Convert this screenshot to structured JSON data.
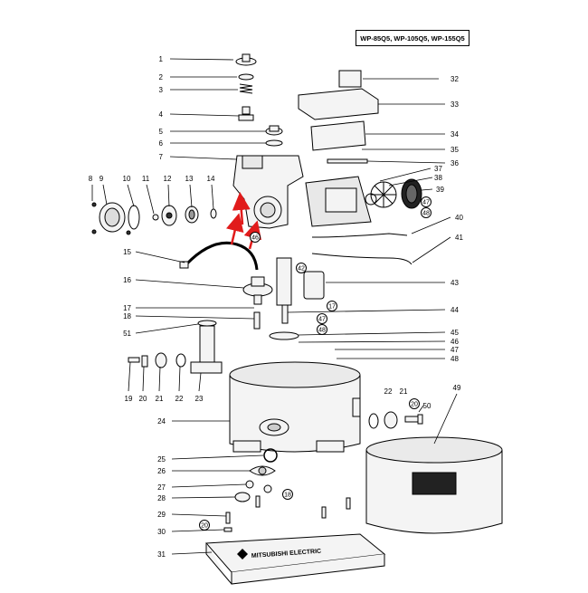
{
  "model_label": "WP-85Q5, WP-105Q5, WP-155Q5",
  "brand_logo": "MITSUBISHI ELECTRIC",
  "colors": {
    "line": "#000000",
    "arrow": "#e11b1b",
    "part_fill": "#f4f4f4",
    "dark": "#222222"
  },
  "callouts": [
    {
      "n": "1",
      "dir": "l"
    },
    {
      "n": "2",
      "dir": "l"
    },
    {
      "n": "3",
      "dir": "l"
    },
    {
      "n": "4",
      "dir": "l"
    },
    {
      "n": "5",
      "dir": "l"
    },
    {
      "n": "6",
      "dir": "l"
    },
    {
      "n": "7",
      "dir": "l"
    },
    {
      "n": "8",
      "dir": "u"
    },
    {
      "n": "9",
      "dir": "u"
    },
    {
      "n": "10",
      "dir": "u"
    },
    {
      "n": "11",
      "dir": "u"
    },
    {
      "n": "12",
      "dir": "u"
    },
    {
      "n": "13",
      "dir": "u"
    },
    {
      "n": "14",
      "dir": "u"
    },
    {
      "n": "15",
      "dir": "l"
    },
    {
      "n": "16",
      "dir": "l"
    },
    {
      "n": "17",
      "dir": "l"
    },
    {
      "n": "18",
      "dir": "l"
    },
    {
      "n": "51",
      "dir": "l"
    },
    {
      "n": "19",
      "dir": "d"
    },
    {
      "n": "20",
      "dir": "d"
    },
    {
      "n": "21",
      "dir": "d"
    },
    {
      "n": "22",
      "dir": "d"
    },
    {
      "n": "23",
      "dir": "d"
    },
    {
      "n": "24",
      "dir": "l"
    },
    {
      "n": "25",
      "dir": "l"
    },
    {
      "n": "26",
      "dir": "l"
    },
    {
      "n": "27",
      "dir": "l"
    },
    {
      "n": "28",
      "dir": "l"
    },
    {
      "n": "29",
      "dir": "l"
    },
    {
      "n": "30",
      "dir": "l"
    },
    {
      "n": "31",
      "dir": "l"
    },
    {
      "n": "32",
      "dir": "r"
    },
    {
      "n": "33",
      "dir": "r"
    },
    {
      "n": "34",
      "dir": "r"
    },
    {
      "n": "35",
      "dir": "r"
    },
    {
      "n": "36",
      "dir": "r"
    },
    {
      "n": "37",
      "dir": "r"
    },
    {
      "n": "38",
      "dir": "r"
    },
    {
      "n": "39",
      "dir": "r"
    },
    {
      "n": "40",
      "dir": "r"
    },
    {
      "n": "41",
      "dir": "r"
    },
    {
      "n": "42",
      "dir": "u"
    },
    {
      "n": "43",
      "dir": "r"
    },
    {
      "n": "44",
      "dir": "r"
    },
    {
      "n": "45",
      "dir": "r"
    },
    {
      "n": "46",
      "dir": "r"
    },
    {
      "n": "47",
      "dir": "r"
    },
    {
      "n": "48",
      "dir": "r"
    },
    {
      "n": "49",
      "dir": "u"
    },
    {
      "n": "50",
      "dir": "u"
    }
  ],
  "circled_refs": [
    "47",
    "48",
    "46",
    "42",
    "17",
    "47",
    "48",
    "20",
    "18",
    "20"
  ],
  "extra_refs": [
    "21",
    "22",
    "20"
  ]
}
